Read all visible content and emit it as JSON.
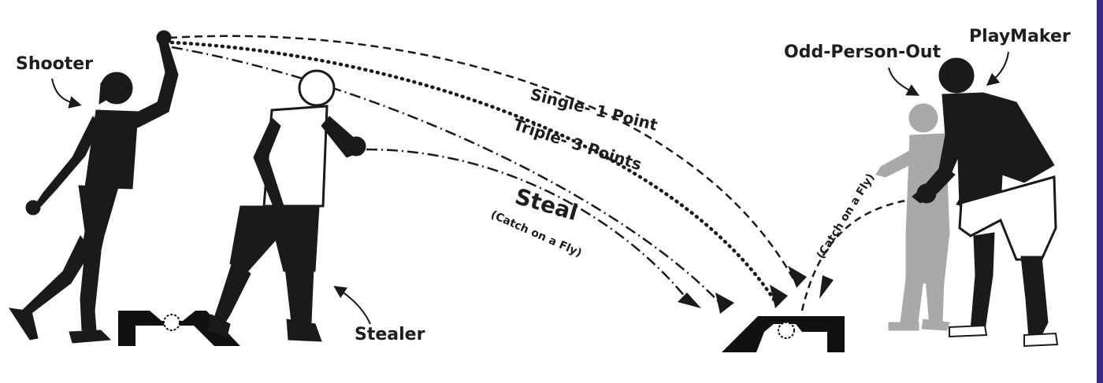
{
  "roles": {
    "shooter": "Shooter",
    "stealer": "Stealer",
    "odd_person_out": "Odd-Person-Out",
    "playmaker": "PlayMaker"
  },
  "throws": {
    "single": "Single- 1 Point",
    "triple": "Triple- 3 Points",
    "steal": "Steal",
    "steal_note": "(Catch on a Fly)",
    "playmaker_note": "(Catch on a Fly)"
  },
  "colors": {
    "ink": "#1a1a1a",
    "ghost_figure": "#a9a9a9",
    "border": "#3b2a88",
    "background": "#ffffff"
  }
}
